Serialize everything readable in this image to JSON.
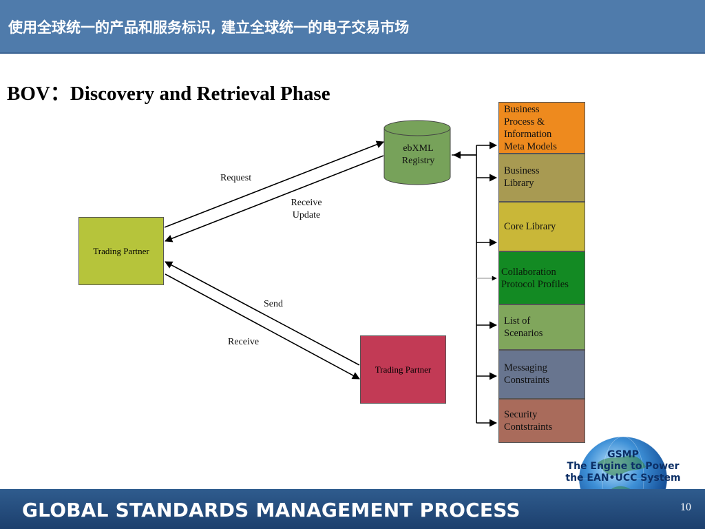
{
  "header": {
    "title": "使用全球统一的产品和服务标识, 建立全球统一的电子交易市场"
  },
  "slide": {
    "title": "BOV：Discovery and Retrieval Phase"
  },
  "diagram": {
    "registry": {
      "line1": "ebXML",
      "line2": "Registry"
    },
    "trading_partner_left": "Trading Partner",
    "trading_partner_right": "Trading Partner",
    "labels": {
      "request": "Request",
      "receive_update_1": "Receive",
      "receive_update_2": "Update",
      "send": "Send",
      "receive": "Receive"
    },
    "stack": [
      [
        "Business",
        "Process &",
        "Information",
        "Meta Models"
      ],
      [
        "Business",
        "Library"
      ],
      [
        "Core Library"
      ],
      [
        "Collaboration",
        "Protocol Profiles"
      ],
      [
        "List of",
        "Scenarios"
      ],
      [
        "Messaging",
        "Constraints"
      ],
      [
        "Security",
        "Contstraints"
      ]
    ],
    "colors": {
      "trading_partner_left": "#b6c43b",
      "trading_partner_right": "#c23a55",
      "registry": "#77a25a"
    }
  },
  "logo": {
    "line1": "GSMP",
    "line2": "The Engine to Power",
    "line3": "the EAN•UCC System"
  },
  "footer": {
    "title": "GLOBAL STANDARDS MANAGEMENT PROCESS",
    "page": "10"
  }
}
